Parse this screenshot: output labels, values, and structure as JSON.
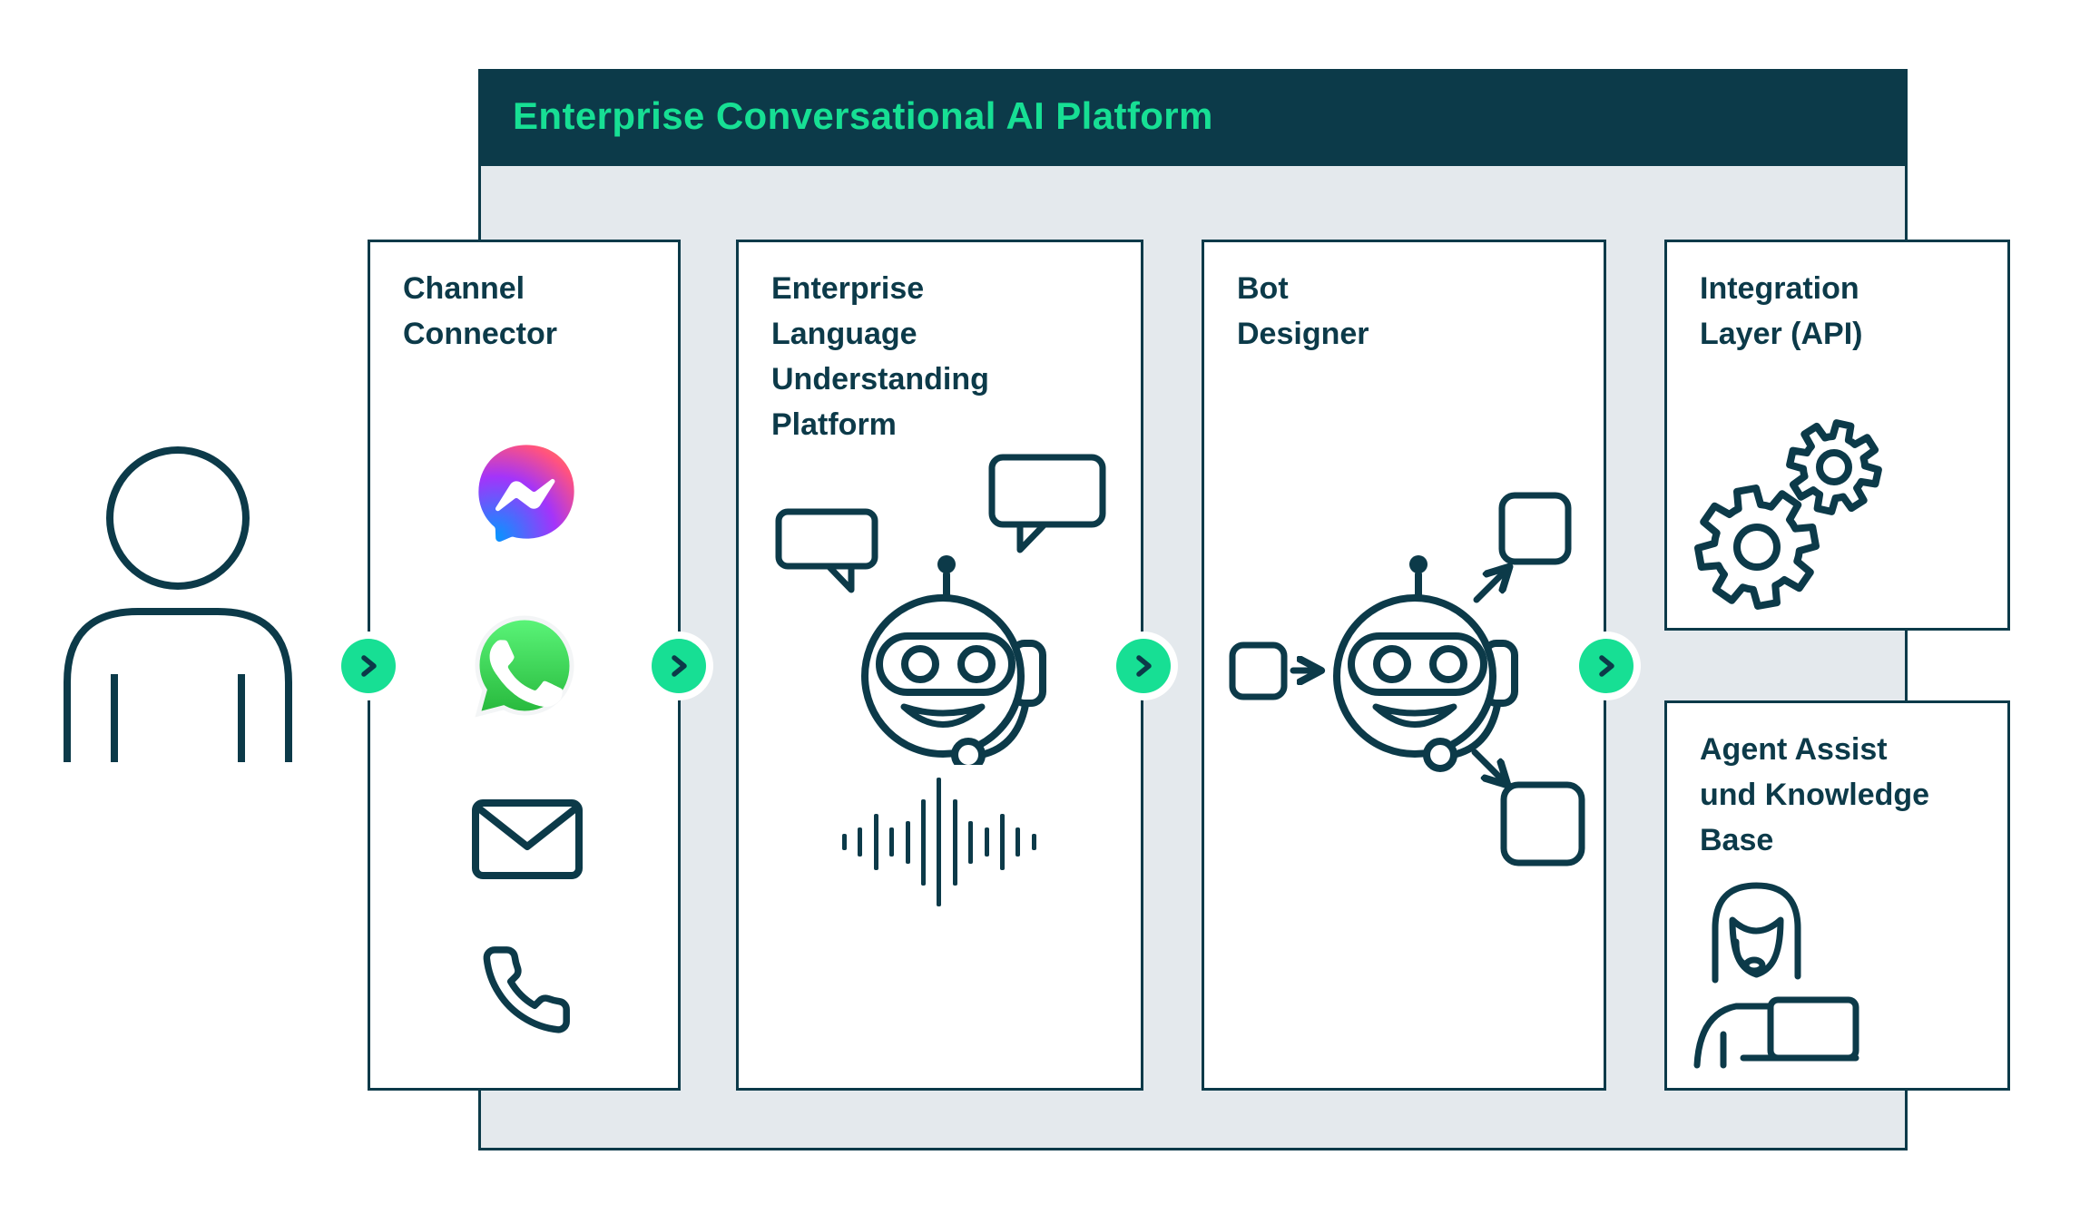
{
  "header": {
    "title": "Enterprise Conversational AI Platform"
  },
  "boxes": {
    "channel": {
      "title": "Channel\nConnector",
      "icons": [
        "messenger-icon",
        "whatsapp-icon",
        "email-icon",
        "phone-icon"
      ]
    },
    "elu": {
      "title": "Enterprise\nLanguage\nUnderstanding\nPlatform",
      "icons": [
        "speech-bubble-left-icon",
        "speech-bubble-right-icon",
        "bot-head-icon",
        "voice-waveform-icon"
      ]
    },
    "designer": {
      "title": "Bot\nDesigner",
      "icons": [
        "bot-flow-icon"
      ]
    },
    "integration": {
      "title": "Integration\nLayer (API)",
      "icons": [
        "gears-icon"
      ]
    },
    "agent": {
      "title": "Agent Assist\nund Knowledge\nBase",
      "icons": [
        "support-agent-icon"
      ]
    }
  },
  "actor": {
    "id": "user",
    "icon": "person-icon"
  },
  "connections": [
    {
      "from": "user",
      "to": "channel-connector",
      "icon": "chevron-right-icon"
    },
    {
      "from": "channel-connector",
      "to": "enterprise-language-understanding-platform",
      "icon": "chevron-right-icon"
    },
    {
      "from": "enterprise-language-understanding-platform",
      "to": "bot-designer",
      "icon": "chevron-right-icon"
    },
    {
      "from": "bot-designer",
      "to": "integration-layer-and-agent-assist",
      "icon": "chevron-right-icon"
    }
  ],
  "waveform": {
    "bars": [
      18,
      32,
      62,
      32,
      47,
      95,
      142,
      95,
      47,
      32,
      62,
      32,
      18
    ]
  },
  "colors": {
    "navy": "#0C3A49",
    "green_accent": "#17DF94",
    "panel_gray": "#E4E9ED",
    "box_background": "#FFFFFF",
    "messenger_gradient": [
      "#0695FF",
      "#A334FA",
      "#FF5280",
      "#FF7061"
    ],
    "whatsapp_gradient": [
      "#5BF579",
      "#27B83C"
    ]
  }
}
